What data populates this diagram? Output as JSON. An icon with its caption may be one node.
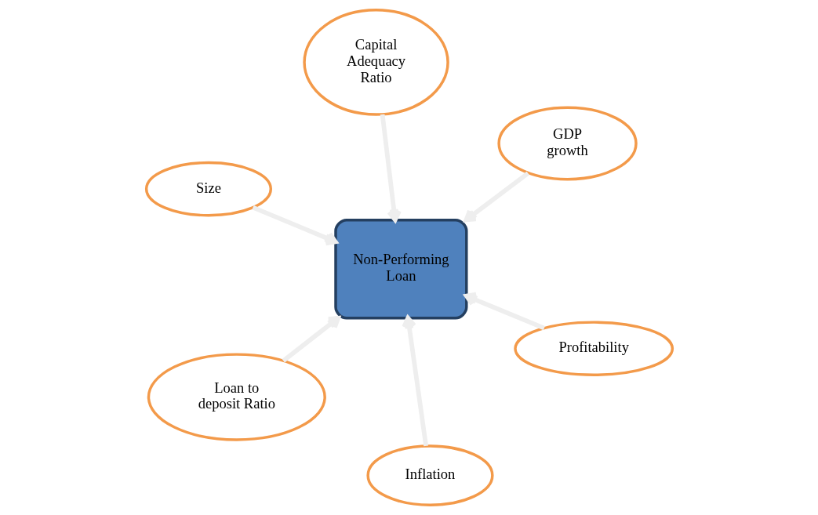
{
  "diagram": {
    "nodes": [
      {
        "text": [
          "Size"
        ]
      },
      {
        "text": [
          "Profitability"
        ]
      },
      {
        "text": [
          "Inflation"
        ]
      },
      {
        "text": [
          "Non-Performing Loan"
        ]
      },
      {
        "text": [
          "GDP growth"
        ]
      },
      {
        "text": [
          "Capital Adequacy Ratio"
        ]
      },
      {
        "text": [
          "Loan to deposit Ratio"
        ]
      }
    ],
    "edges": [
      {
        "from": 0,
        "to": 3,
        "arrow": "to"
      },
      {
        "from": 1,
        "to": 3,
        "arrow": "to"
      },
      {
        "from": 2,
        "to": 3,
        "arrow": "to"
      },
      {
        "from": 4,
        "to": 3,
        "arrow": "to"
      },
      {
        "from": 5,
        "to": 3,
        "arrow": "to"
      },
      {
        "from": 6,
        "to": 3,
        "arrow": "to"
      }
    ]
  }
}
